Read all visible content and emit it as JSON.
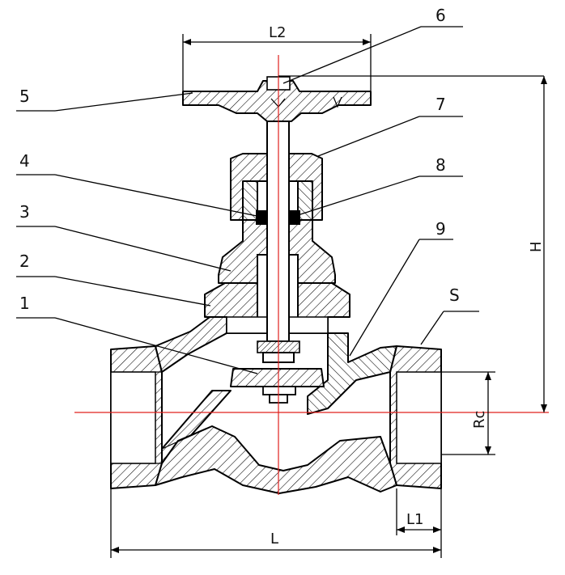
{
  "callouts": {
    "c1": "1",
    "c2": "2",
    "c3": "3",
    "c4": "4",
    "c5": "5",
    "c6": "6",
    "c7": "7",
    "c8": "8",
    "c9": "9"
  },
  "dimensions": {
    "l2": "L2",
    "h": "H",
    "s": "S",
    "rc": "Rc",
    "l1": "L1",
    "l": "L"
  },
  "colors": {
    "centerline": "#e0201d",
    "linework": "#000000",
    "background": "#ffffff"
  }
}
